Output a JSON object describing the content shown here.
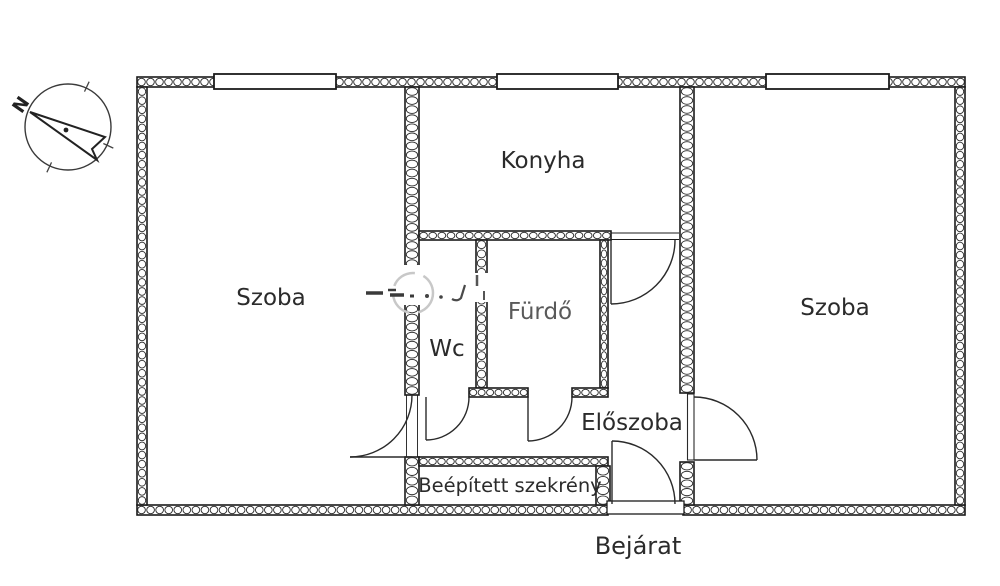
{
  "compass": {
    "north_label": "N"
  },
  "rooms": {
    "szoba_left": {
      "label": "Szoba"
    },
    "konyha": {
      "label": "Konyha"
    },
    "szoba_right": {
      "label": "Szoba"
    },
    "wc": {
      "label": "Wc"
    },
    "furdo": {
      "label": "Fürdő"
    },
    "eloszoba": {
      "label": "Előszoba"
    },
    "beepitett_szekreny": {
      "label": "Beépített szekrény"
    }
  },
  "entrance": {
    "label": "Bejárat"
  },
  "colors": {
    "line": "#1b1b1b",
    "hatch": "#2c2c2c",
    "text": "#2b2b2b",
    "furdo_text": "#5a5a5a",
    "watermark_gray": "#c8c8c8",
    "background": "#ffffff"
  }
}
